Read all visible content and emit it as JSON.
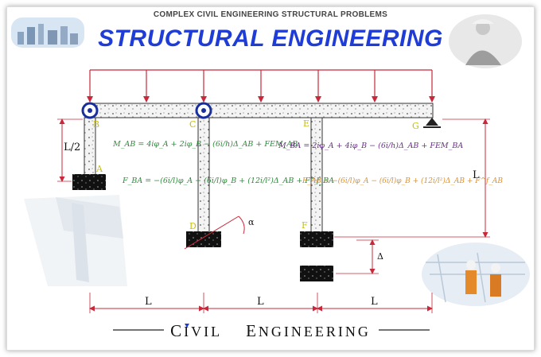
{
  "header": {
    "subtitle": "COMPLEX CIVIL ENGINEERING STRUCTURAL PROBLEMS",
    "title": "STRUCTURAL ENGINEERING"
  },
  "footer": {
    "brand_first_initial": "C",
    "brand_first_rest": "IVIL",
    "brand_second_initial": "E",
    "brand_second_rest": "NGINEERING"
  },
  "nodes": {
    "A": "A",
    "B": "B",
    "C": "C",
    "D": "D",
    "E": "E",
    "F": "F",
    "G": "G"
  },
  "dimensions": {
    "half_length": "L/2",
    "right_height": "L",
    "span_1": "L",
    "span_2": "L",
    "span_3": "L",
    "rotation": "α",
    "settlement": "Δ"
  },
  "equations": {
    "m_ab": "M_AB = 4iφ_A + 2iφ_B − (6i/h)Δ_AB + FEM_AB",
    "m_ba": "M_BA = 2iφ_A + 4iφ_B − (6i/h)Δ_AB + FEM_BA",
    "f_ba": "F_BA = −(6i/l)φ_A − (6i/l)φ_B + (12i/l²)Δ_AB + F^f_BA",
    "f_ab": "F_AB = −(6i/l)φ_A − (6i/l)φ_B + (12i/l²)Δ_AB + F^f_AB"
  },
  "colors": {
    "title_blue": "#1f3dd6",
    "load_red": "#c8283a",
    "dimension_red": "#c8283a",
    "eq_green": "#2e8b3a",
    "eq_purple": "#6b2e8b",
    "eq_orange": "#e0912a",
    "node_yellow": "#c8c000",
    "hinge_blue": "#1a2f9e"
  },
  "icons": [
    "skyline-photo",
    "engineer-photo",
    "beam-render-photo",
    "workers-photo",
    "hinge-icon",
    "roller-support-icon"
  ]
}
